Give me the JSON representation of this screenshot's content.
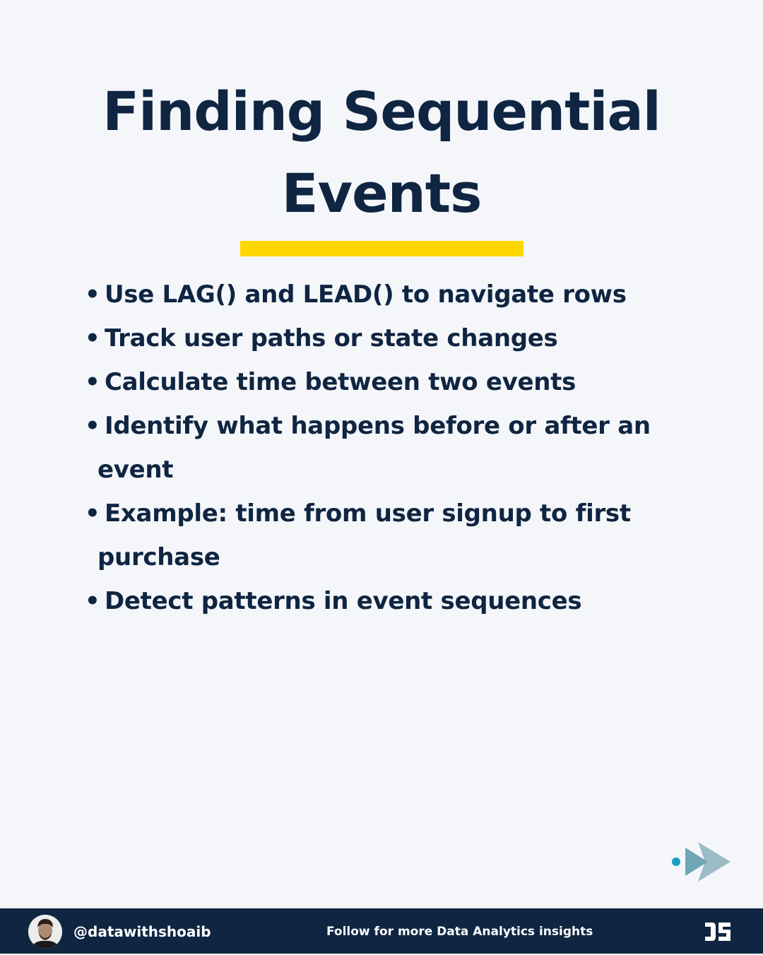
{
  "slide": {
    "title": "Finding Sequential Events",
    "bullet_glyph": "•",
    "bullets": [
      "Use LAG() and LEAD() to navigate rows",
      "Track user paths or state changes",
      "Calculate time between two events",
      "Identify what happens before or after an event",
      "Example: time from user signup to first purchase",
      "Detect patterns in event sequences"
    ]
  },
  "footer": {
    "handle": "@datawithshoaib",
    "cta": "Follow for more Data Analytics insights",
    "logo_icon": "ds-logo-icon"
  },
  "colors": {
    "background": "#f4f6fa",
    "text": "#0f2541",
    "accent_yellow": "#ffd700",
    "arrow_teal": "#1b9fbf",
    "arrow_light": "#9cbcc6",
    "footer": "#0f2541"
  }
}
